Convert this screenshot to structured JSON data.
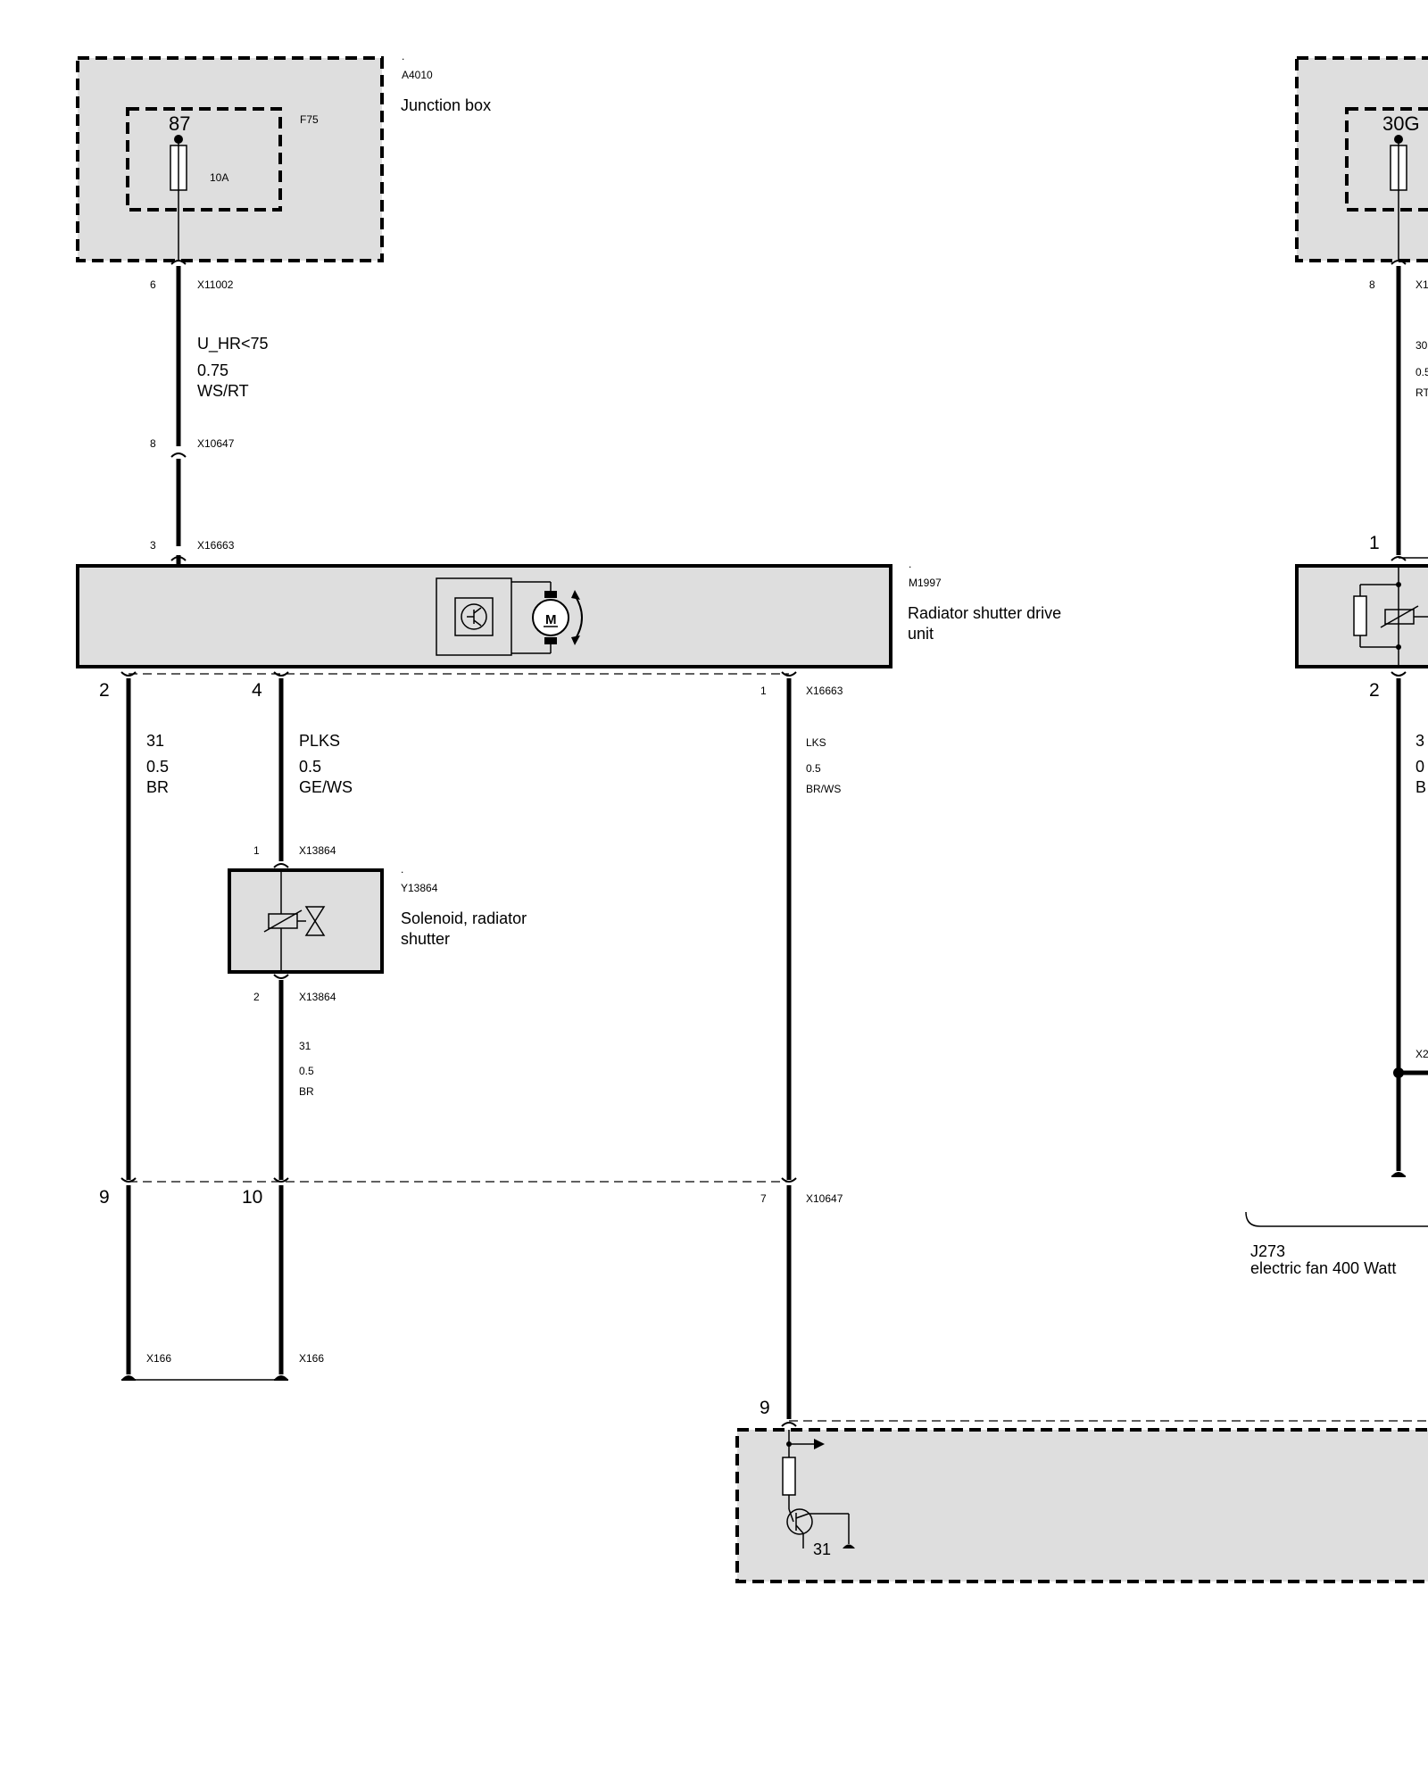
{
  "junction_box": {
    "dot": ".",
    "id": "A4010",
    "name": "Junction box",
    "fuse_terminal": "87",
    "fuse_id": "F75",
    "fuse_rating": "10A",
    "pin_out": "6",
    "connector_out": "X11002"
  },
  "wire_uhr": {
    "signal": "U_HR<75",
    "gauge": "0.75",
    "color": "WS/RT",
    "pin_mid": "8",
    "connector_mid": "X10647",
    "pin_in": "3",
    "connector_in": "X16663"
  },
  "drive_unit": {
    "dot": ".",
    "id": "M1997",
    "name_line1": "Radiator shutter drive",
    "name_line2": "unit",
    "motor_symbol": "M",
    "pin_2": "2",
    "pin_4": "4",
    "pin_1": "1",
    "connector": "X16663"
  },
  "wire_31": {
    "signal": "31",
    "gauge": "0.5",
    "color": "BR"
  },
  "wire_plks": {
    "signal": "PLKS",
    "gauge": "0.5",
    "color": "GE/WS"
  },
  "wire_lks": {
    "signal": "LKS",
    "gauge": "0.5",
    "color": "BR/WS"
  },
  "solenoid": {
    "dot": ".",
    "id": "Y13864",
    "name_line1": "Solenoid, radiator",
    "name_line2": "shutter",
    "pin_top": "1",
    "connector_top": "X13864",
    "pin_bottom": "2",
    "connector_bottom": "X13864"
  },
  "wire_sol_ground": {
    "signal": "31",
    "gauge": "0.5",
    "color": "BR"
  },
  "lower_connector": {
    "pin_9": "9",
    "pin_10": "10",
    "pin_7": "7",
    "connector": "X10647"
  },
  "grounds": {
    "left": "X166",
    "right": "X166"
  },
  "control_module": {
    "pin": "9",
    "ground_label": "31"
  },
  "right_partial": {
    "fuse_terminal": "30G",
    "pin_out": "8",
    "connector_fragment": "X1",
    "wire_signal_fragment": "30",
    "wire_gauge_fragment": "0.5",
    "wire_color_fragment": "RT",
    "pin_1": "1",
    "pin_2": "2",
    "wire2_signal_fragment": "3",
    "wire2_gauge_fragment": "0",
    "wire2_color_fragment": "B",
    "connector2_fragment": "X2",
    "bracket_id": "J273",
    "bracket_name": "electric fan 400 Watt"
  },
  "colors": {
    "ink": "#000000",
    "fill": "#dedede",
    "background": "#ffffff"
  }
}
